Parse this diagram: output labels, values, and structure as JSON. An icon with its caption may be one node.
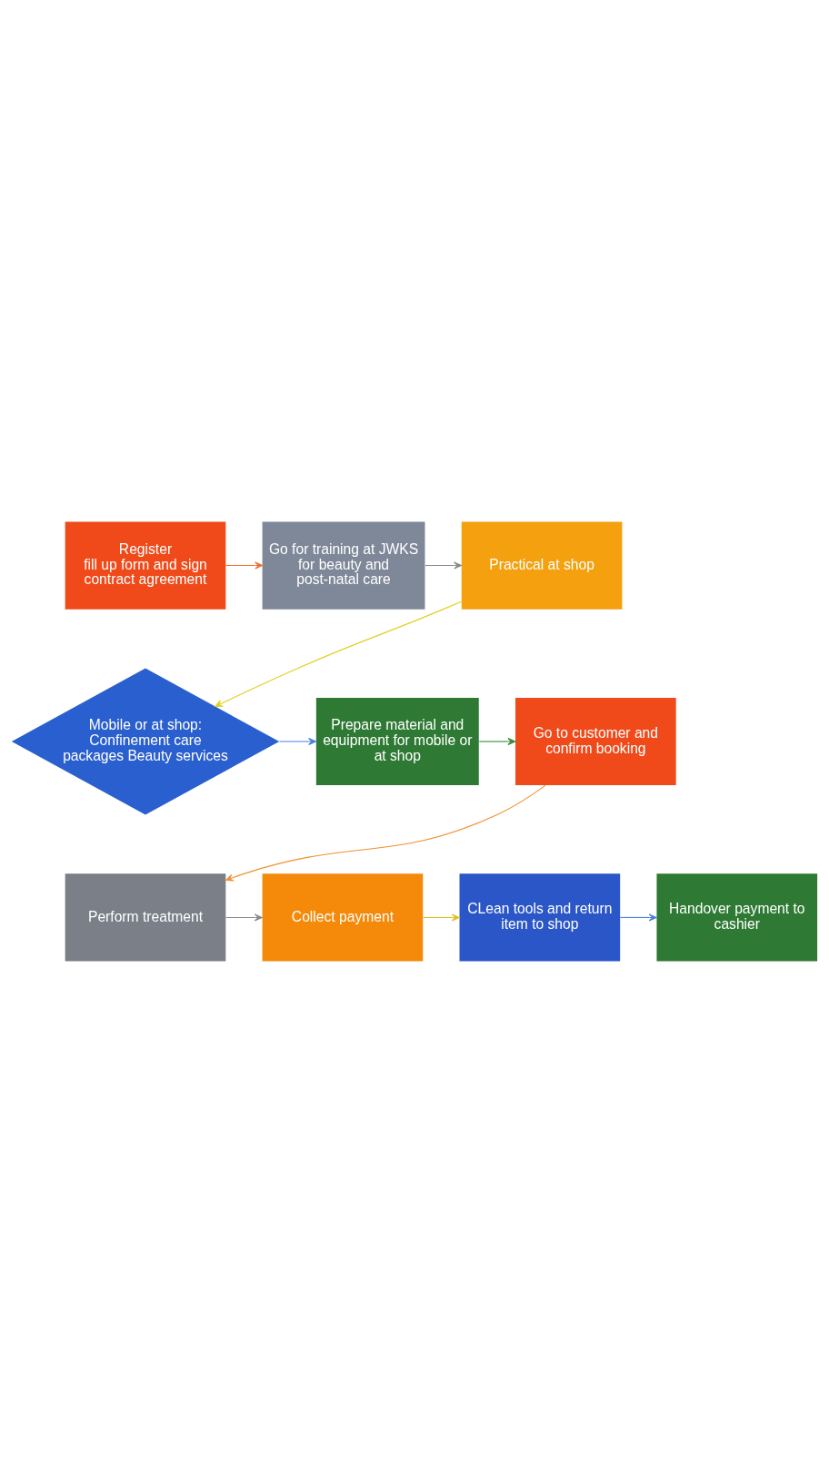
{
  "diagram": {
    "nodes": [
      {
        "text": [
          "Register",
          "fill up form and sign contract agreement"
        ]
      },
      {
        "text": [
          "Go for training at JWKS for beauty and post-natal care"
        ]
      },
      {
        "text": [
          "Practical at shop"
        ]
      },
      {
        "text": [
          "Mobile or at shop: Confinement care packages Beauty services"
        ]
      },
      {
        "text": [
          "Prepare material and equipment for mobile or at shop"
        ]
      },
      {
        "text": [
          "Go to customer and confirm booking"
        ]
      },
      {
        "text": [
          "Perform treatment"
        ]
      },
      {
        "text": [
          "Collect payment"
        ]
      },
      {
        "text": [
          "CLean tools and return item to shop"
        ]
      },
      {
        "text": [
          "Handover payment to cashier"
        ]
      }
    ],
    "edges": [
      {
        "from": 0,
        "to": 1,
        "arrow": "to",
        "color": "#f07030"
      },
      {
        "from": 1,
        "to": 2,
        "arrow": "to",
        "color": "#8a8a8a"
      },
      {
        "from": 2,
        "to": 3,
        "arrow": "to",
        "color": "#e0d020"
      },
      {
        "from": 3,
        "to": 4,
        "arrow": "to",
        "color": "#4a7fe0"
      },
      {
        "from": 4,
        "to": 5,
        "arrow": "to",
        "color": "#3a8a3a"
      },
      {
        "from": 5,
        "to": 6,
        "arrow": "to",
        "color": "#f09030"
      },
      {
        "from": 6,
        "to": 7,
        "arrow": "to",
        "color": "#8a8a8a"
      },
      {
        "from": 7,
        "to": 8,
        "arrow": "to",
        "color": "#e0c020"
      },
      {
        "from": 8,
        "to": 9,
        "arrow": "to",
        "color": "#4a7fe0"
      }
    ]
  }
}
